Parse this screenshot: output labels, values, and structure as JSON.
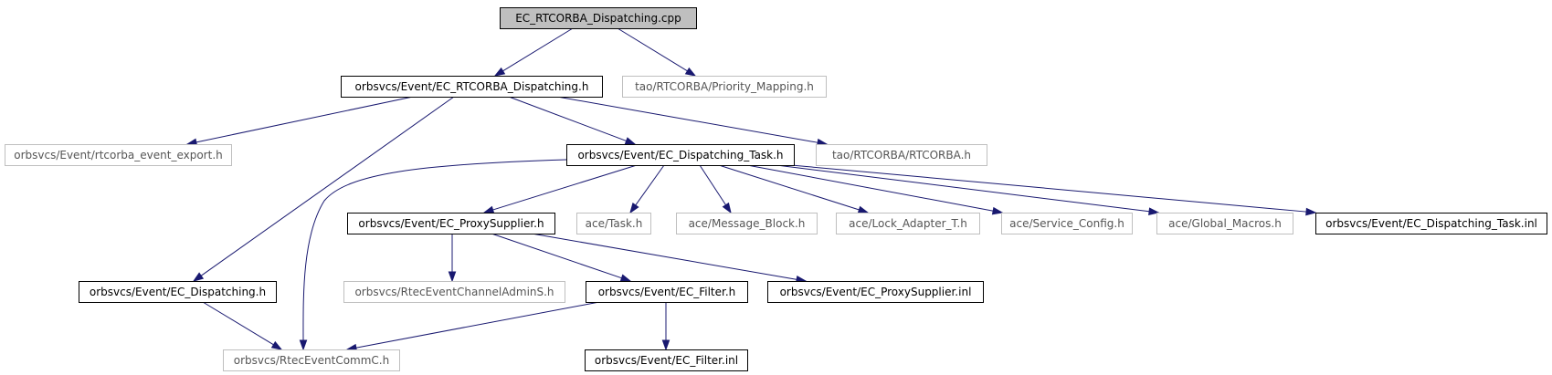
{
  "colors": {
    "edge": "#191970",
    "root_fill": "#bfbfbf",
    "linked_border": "#000000",
    "external_border": "#bfbfbf"
  },
  "diagram": {
    "nodes": {
      "root": "EC_RTCORBA_Dispatching.cpp",
      "ec_rtcorba_dispatching_h": "orbsvcs/Event/EC_RTCORBA_Dispatching.h",
      "priority_mapping_h": "tao/RTCORBA/Priority_Mapping.h",
      "rtcorba_event_export_h": "orbsvcs/Event/rtcorba_event_export.h",
      "ec_dispatching_task_h": "orbsvcs/Event/EC_Dispatching_Task.h",
      "rtcorba_h": "tao/RTCORBA/RTCORBA.h",
      "ec_proxysupplier_h": "orbsvcs/Event/EC_ProxySupplier.h",
      "task_h": "ace/Task.h",
      "message_block_h": "ace/Message_Block.h",
      "lock_adapter_t_h": "ace/Lock_Adapter_T.h",
      "service_config_h": "ace/Service_Config.h",
      "global_macros_h": "ace/Global_Macros.h",
      "ec_dispatching_task_inl": "orbsvcs/Event/EC_Dispatching_Task.inl",
      "ec_dispatching_h": "orbsvcs/Event/EC_Dispatching.h",
      "rteceventchanneladmins_h": "orbsvcs/RtecEventChannelAdminS.h",
      "ec_filter_h": "orbsvcs/Event/EC_Filter.h",
      "ec_proxysupplier_inl": "orbsvcs/Event/EC_ProxySupplier.inl",
      "rteceventcommc_h": "orbsvcs/RtecEventCommC.h",
      "ec_filter_inl": "orbsvcs/Event/EC_Filter.inl"
    },
    "edges": [
      [
        "root",
        "ec_rtcorba_dispatching_h"
      ],
      [
        "root",
        "priority_mapping_h"
      ],
      [
        "ec_rtcorba_dispatching_h",
        "rtcorba_event_export_h"
      ],
      [
        "ec_rtcorba_dispatching_h",
        "ec_dispatching_task_h"
      ],
      [
        "ec_rtcorba_dispatching_h",
        "rtcorba_h"
      ],
      [
        "ec_rtcorba_dispatching_h",
        "ec_dispatching_h"
      ],
      [
        "ec_dispatching_task_h",
        "rteceventcommc_h"
      ],
      [
        "ec_dispatching_task_h",
        "ec_proxysupplier_h"
      ],
      [
        "ec_dispatching_task_h",
        "task_h"
      ],
      [
        "ec_dispatching_task_h",
        "message_block_h"
      ],
      [
        "ec_dispatching_task_h",
        "lock_adapter_t_h"
      ],
      [
        "ec_dispatching_task_h",
        "service_config_h"
      ],
      [
        "ec_dispatching_task_h",
        "global_macros_h"
      ],
      [
        "ec_dispatching_task_h",
        "ec_dispatching_task_inl"
      ],
      [
        "ec_proxysupplier_h",
        "rteceventchanneladmins_h"
      ],
      [
        "ec_proxysupplier_h",
        "ec_filter_h"
      ],
      [
        "ec_proxysupplier_h",
        "ec_proxysupplier_inl"
      ],
      [
        "ec_dispatching_h",
        "rteceventcommc_h"
      ],
      [
        "ec_filter_h",
        "rteceventcommc_h"
      ],
      [
        "ec_filter_h",
        "ec_filter_inl"
      ]
    ]
  }
}
